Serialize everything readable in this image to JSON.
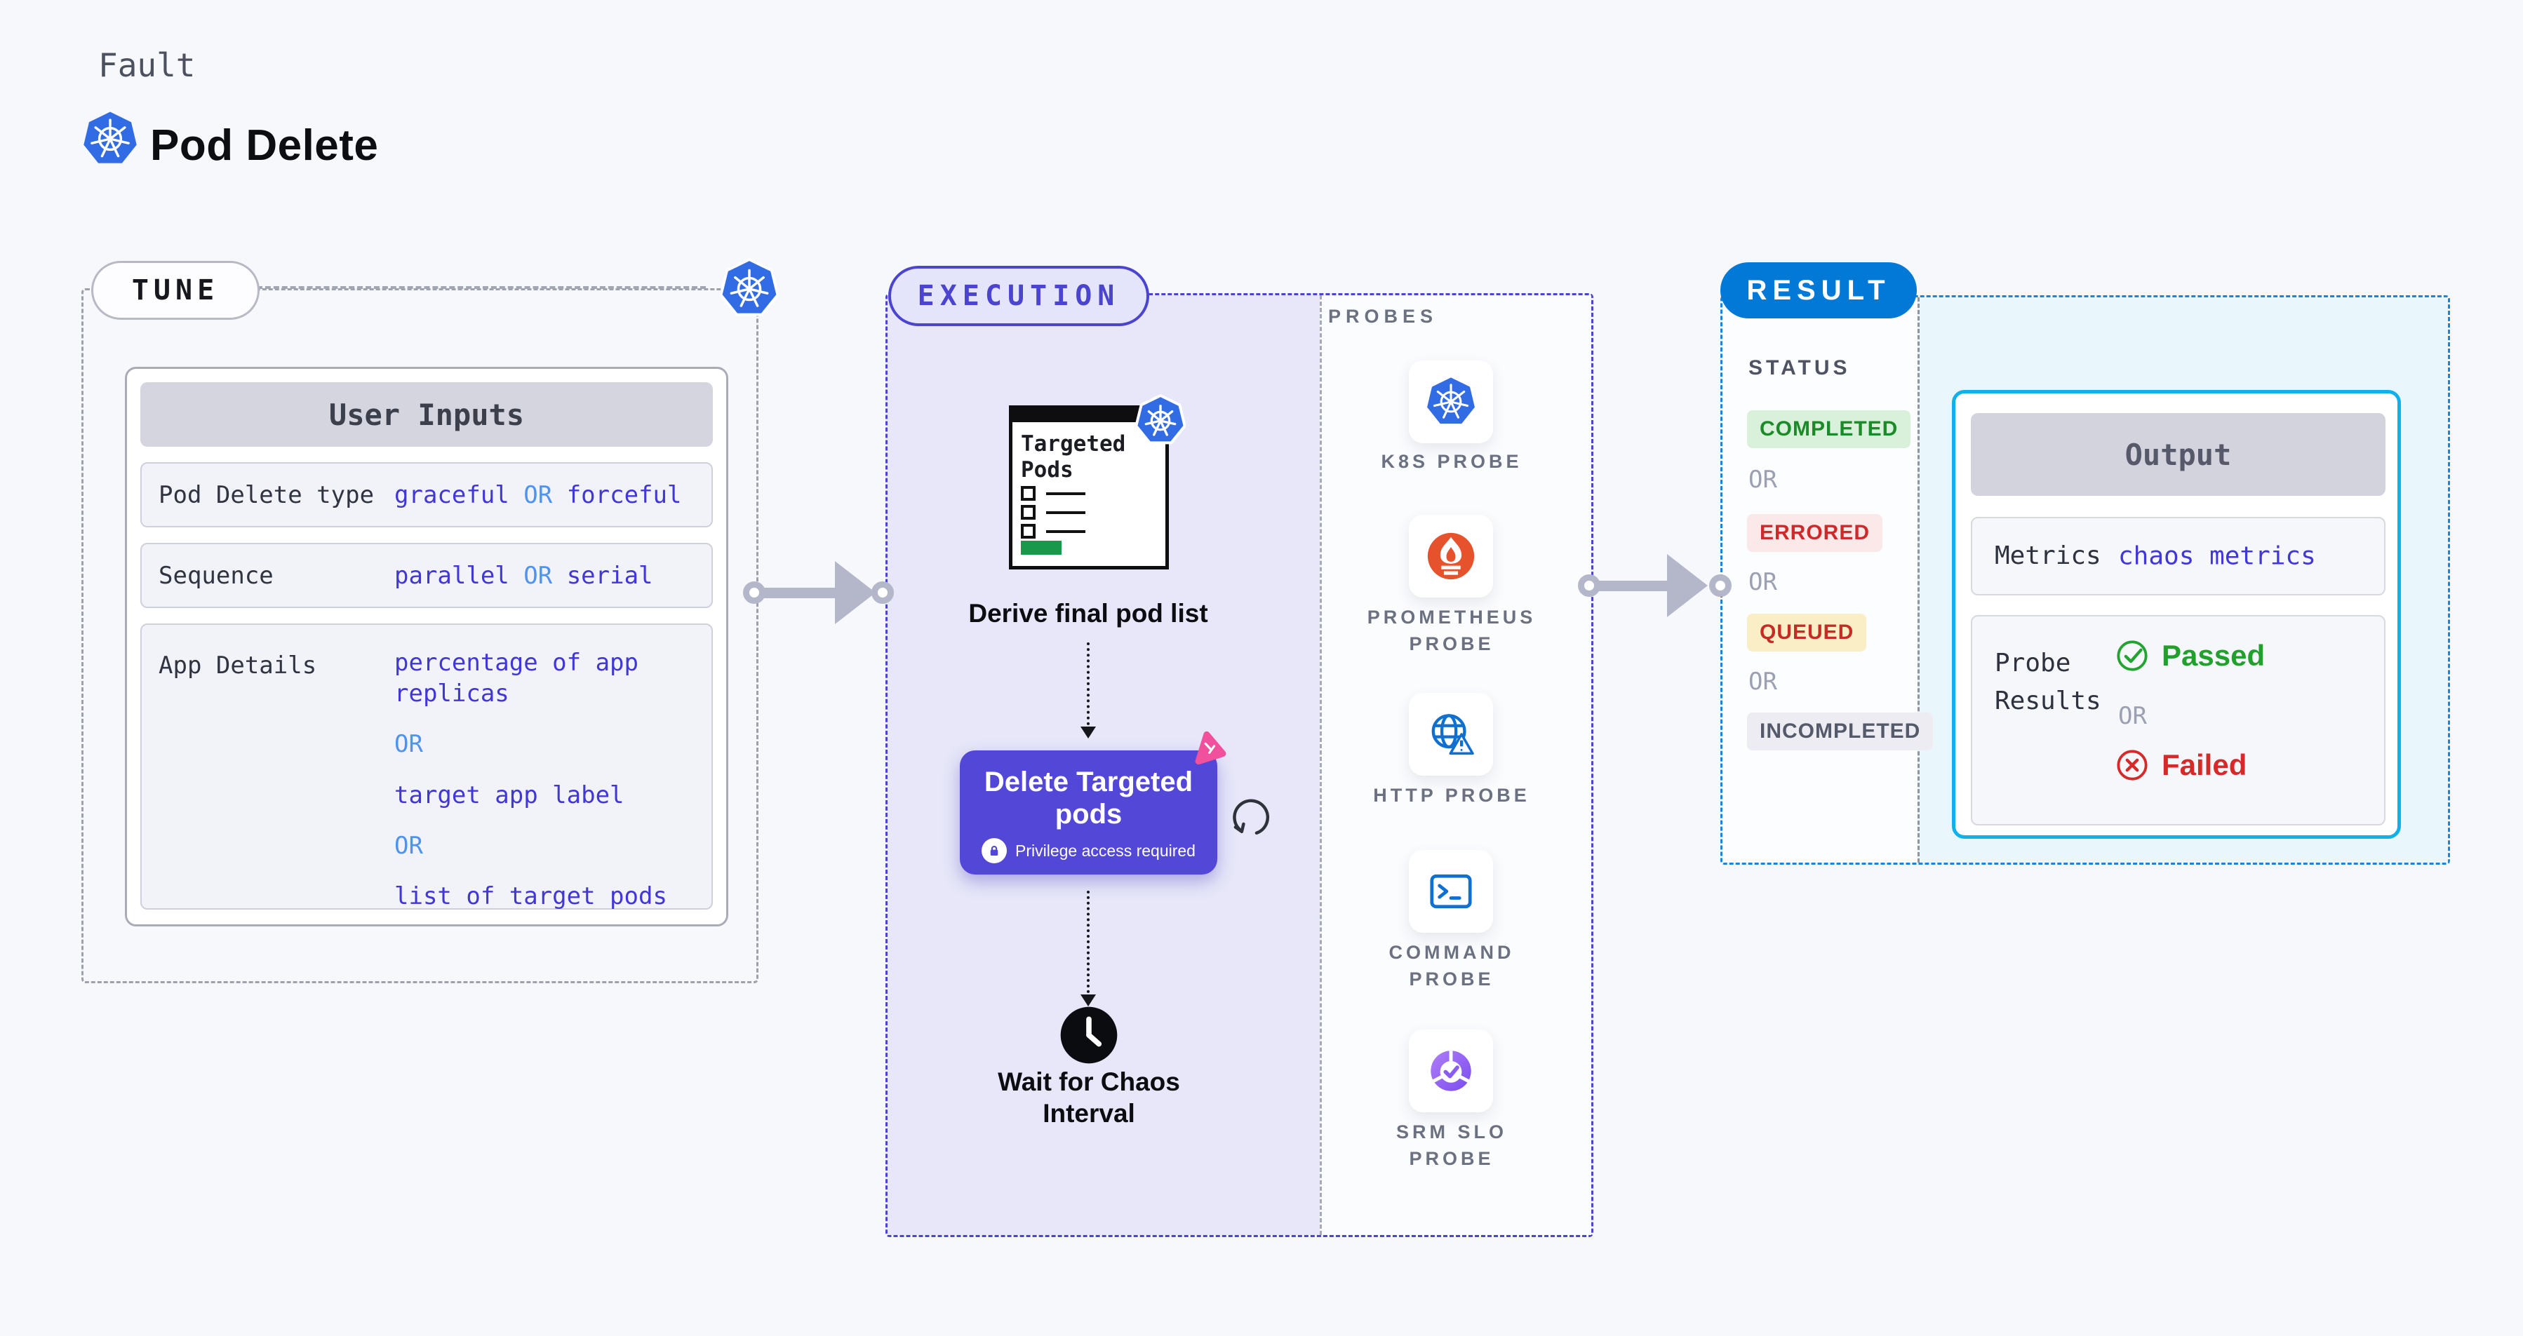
{
  "header": {
    "eyebrow": "Fault",
    "title": "Pod Delete",
    "icon": "kubernetes-logo"
  },
  "tune": {
    "label": "TUNE",
    "card": {
      "title": "User Inputs",
      "rows": [
        {
          "label": "Pod Delete type",
          "value_1": "graceful",
          "or_1": "OR",
          "value_2": "forceful"
        },
        {
          "label": "Sequence",
          "value_1": "parallel",
          "or_1": "OR",
          "value_2": "serial"
        },
        {
          "label": "App Details",
          "value_1": "percentage of app replicas",
          "or_1": "OR",
          "value_2": "target app label",
          "or_2": "OR",
          "value_3": "list of target pods"
        }
      ]
    }
  },
  "execution": {
    "label": "EXECUTION",
    "targeted_pods_title": "Targeted Pods",
    "step_derive": "Derive final pod list",
    "delete_node": {
      "title": "Delete Targeted pods",
      "badge": "Privilege access required",
      "lock_icon": "lock-icon",
      "retry_icon": "retry-loop-icon",
      "chaos_icon": "chaos-scissors-icon"
    },
    "step_wait": "Wait for Chaos Interval",
    "probes": {
      "title": "PROBES",
      "items": [
        {
          "name": "K8S PROBE",
          "icon": "kubernetes-icon"
        },
        {
          "name": "PROMETHEUS PROBE",
          "icon": "prometheus-icon"
        },
        {
          "name": "HTTP PROBE",
          "icon": "globe-alert-icon"
        },
        {
          "name": "COMMAND PROBE",
          "icon": "terminal-icon"
        },
        {
          "name": "SRM SLO PROBE",
          "icon": "slo-donut-check-icon"
        }
      ]
    }
  },
  "result": {
    "label": "RESULT",
    "status": {
      "title": "STATUS",
      "or": "OR",
      "items": [
        {
          "text": "COMPLETED",
          "color": "green"
        },
        {
          "text": "ERRORED",
          "color": "red"
        },
        {
          "text": "QUEUED",
          "color": "yellow"
        },
        {
          "text": "INCOMPLETED",
          "color": "gray"
        }
      ]
    },
    "output": {
      "title": "Output",
      "metrics_label": "Metrics",
      "metrics_value": "chaos metrics",
      "probe_results_label": "Probe Results",
      "passed": "Passed",
      "or": "OR",
      "failed": "Failed"
    }
  },
  "colors": {
    "background": "#f7f8fb",
    "execution_accent": "#4b44cf",
    "execution_fill": "#e7e7f9",
    "result_accent": "#0279d6",
    "output_border": "#10b0e9",
    "value_indigo": "#4136d6",
    "or_blue": "#4f93f0",
    "passed_green": "#21a02e",
    "failed_red": "#d52a2a",
    "queued_bg": "#f9eec6",
    "completed_bg": "#d9f1da",
    "errored_bg": "#fbe8e8",
    "incompleted_bg": "#ececf2",
    "delete_node_bg": "#5347d8",
    "prometheus_orange": "#e6522c",
    "kubernetes_blue": "#326ce5",
    "chaos_pink": "#f0509c"
  }
}
